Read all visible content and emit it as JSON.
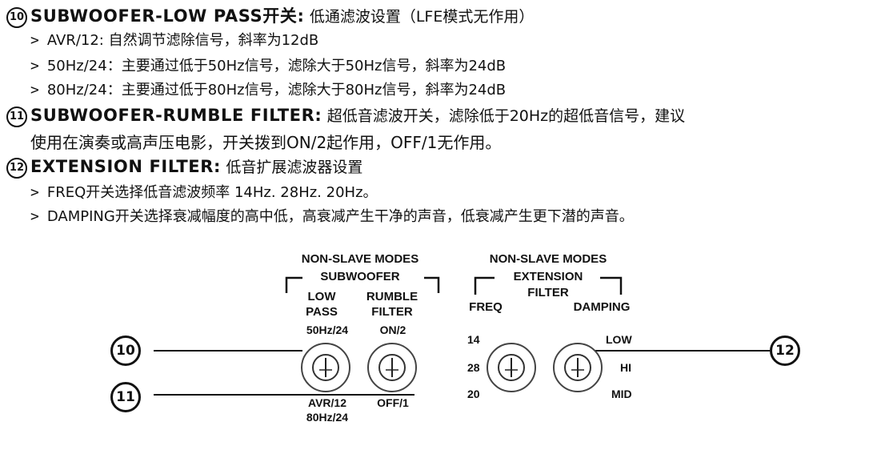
{
  "items": [
    {
      "num": "10",
      "title": "SUBWOOFER-LOW PASS开关:",
      "desc": "低通滤波设置（LFE模式无作用）",
      "bullets": [
        "AVR/12: 自然调节滤除信号，斜率为12dB",
        "50Hz/24：主要通过低于50Hz信号，滤除大于50Hz信号，斜率为24dB",
        "80Hz/24：主要通过低于80Hz信号，滤除大于80Hz信号，斜率为24dB"
      ]
    },
    {
      "num": "11",
      "title": "SUBWOOFER-RUMBLE FILTER:",
      "desc": "超低音滤波开关，滤除低于20Hz的超低音信号，建议",
      "cont": "使用在演奏或高声压电影，开关拨到ON/2起作用，OFF/1无作用。"
    },
    {
      "num": "12",
      "title": "EXTENSION FILTER:",
      "desc": "低音扩展滤波器设置",
      "bullets": [
        "FREQ开关选择低音滤波频率 14Hz. 28Hz. 20Hz。",
        "DAMPING开关选择衰减幅度的高中低，高衰减产生干净的声音，低衰减产生更下潜的声音。"
      ]
    }
  ],
  "bullet_mark": ">",
  "diagram": {
    "left_group": {
      "mode": "NON-SLAVE MODES",
      "name": "SUBWOOFER"
    },
    "right_group": {
      "mode": "NON-SLAVE MODES",
      "name_line1": "EXTENSION",
      "name_line2": "FILTER"
    },
    "low_pass": {
      "label_line1": "LOW",
      "label_line2": "PASS",
      "top": "50Hz/24",
      "bottom_line1": "AVR/12",
      "bottom_line2": "80Hz/24"
    },
    "rumble": {
      "label_line1": "RUMBLE",
      "label_line2": "FILTER",
      "top": "ON/2",
      "bottom": "OFF/1"
    },
    "freq": {
      "label": "FREQ",
      "v1": "14",
      "v2": "28",
      "v3": "20"
    },
    "damping": {
      "label": "DAMPING",
      "v1": "LOW",
      "v2": "HI",
      "v3": "MID"
    },
    "callouts": [
      "10",
      "11",
      "12"
    ]
  }
}
